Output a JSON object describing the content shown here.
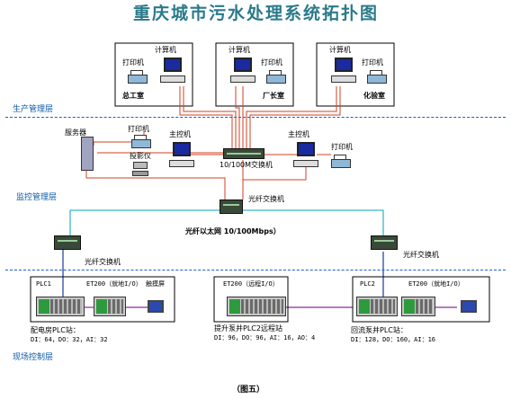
{
  "title": "重庆城市污水处理系统拓扑图",
  "layers": {
    "management": "生产管理层",
    "monitoring": "监控管理层",
    "field": "现场控制层"
  },
  "offices": [
    {
      "computer": "计算机",
      "printer": "打印机",
      "room": "总工室"
    },
    {
      "computer": "计算机",
      "printer": "打印机",
      "room": "厂长室"
    },
    {
      "computer": "计算机",
      "printer": "打印机",
      "room": "化验室"
    }
  ],
  "monitoring": {
    "server": "服务器",
    "printer_left": "打印机",
    "projector": "投影仪",
    "host_left": "主控机",
    "switch": "10/100M交换机",
    "host_right": "主控机",
    "printer_right": "打印机",
    "fiber_switch_center": "光纤交换机",
    "fiber_ring": "光纤以太网  10/100Mbps）",
    "fiber_switch_left": "光纤交换机",
    "fiber_switch_right": "光纤交换机"
  },
  "stations": [
    {
      "plc": "PLC1",
      "et200": "ET200（就地I/O）",
      "extra": "触摸屏",
      "name": "配电房PLC站：",
      "io": "DI：64，DO：32，AI：32"
    },
    {
      "plc": "",
      "et200": "ET200（远程I/O）",
      "extra": "",
      "name": "提升泵井PLC2远程站",
      "io": "DI：96，DO：96，AI：16，AO：4"
    },
    {
      "plc": "PLC2",
      "et200": "ET200（就地I/O）",
      "extra": "",
      "name": "回流泵井PLC站：",
      "io": "DI：128，DO：160，AI：16"
    }
  ],
  "caption": "（图五）",
  "colors": {
    "title": "#2a7a8a",
    "layer_text": "#0a5aa8",
    "layer_rule": "#1a5fd0",
    "office_link": "#d04020",
    "fiber": "#38b8c8",
    "profibus": "#8a2a9a"
  }
}
